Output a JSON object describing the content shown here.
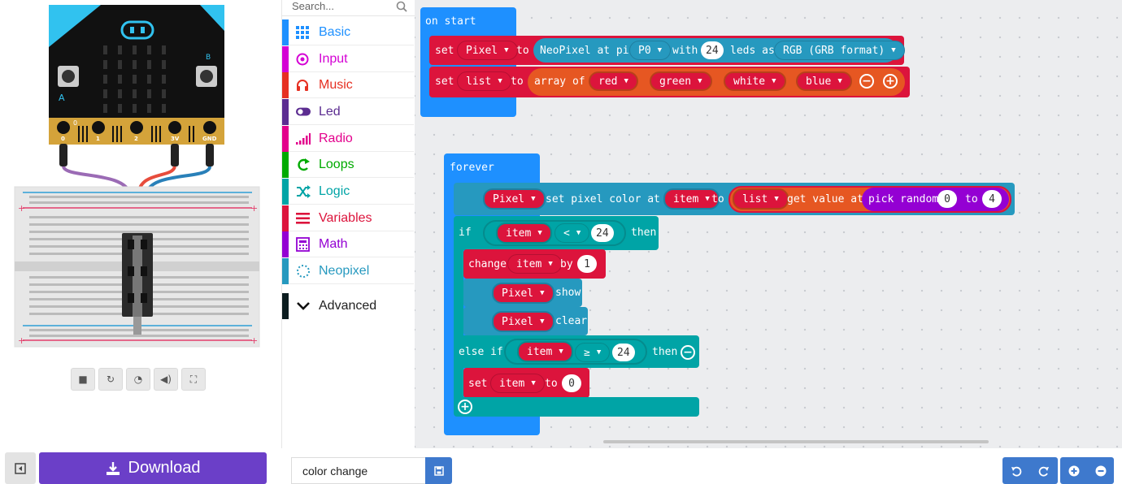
{
  "simulator": {
    "pins": [
      "0",
      "1",
      "2",
      "3V",
      "GND"
    ],
    "pin0_label": "0",
    "button_a": "A",
    "button_b": "B",
    "controls": [
      {
        "name": "stop",
        "glyph": "■"
      },
      {
        "name": "restart",
        "glyph": "↻"
      },
      {
        "name": "slow-motion",
        "glyph": "◔"
      },
      {
        "name": "mute",
        "glyph": "◀)"
      },
      {
        "name": "fullscreen",
        "glyph": "⛶"
      }
    ]
  },
  "toolbox": {
    "search_placeholder": "Search...",
    "categories": [
      {
        "label": "Basic",
        "color": "#1e90ff"
      },
      {
        "label": "Input",
        "color": "#d400d4"
      },
      {
        "label": "Music",
        "color": "#e63022"
      },
      {
        "label": "Led",
        "color": "#5c2d91"
      },
      {
        "label": "Radio",
        "color": "#e3008c"
      },
      {
        "label": "Loops",
        "color": "#00aa00"
      },
      {
        "label": "Logic",
        "color": "#00a4a6"
      },
      {
        "label": "Variables",
        "color": "#dc143c"
      },
      {
        "label": "Math",
        "color": "#9400d3"
      },
      {
        "label": "Neopixel",
        "color": "#2699bf"
      }
    ],
    "advanced": {
      "label": "Advanced",
      "color": "#000000"
    }
  },
  "workspace": {
    "on_start": {
      "label": "on start",
      "set1": {
        "kw": "set",
        "var": "Pixel",
        "to": "to",
        "fn": "NeoPixel at pin",
        "pin": "P0",
        "with": "with",
        "count": "24",
        "leds": "leds as",
        "mode": "RGB (GRB format)"
      },
      "set2": {
        "kw": "set",
        "var": "list",
        "to": "to",
        "fn": "array of",
        "items": [
          "red",
          "green",
          "white",
          "blue"
        ]
      }
    },
    "forever": {
      "label": "forever",
      "setpix": {
        "var": "Pixel",
        "fn": "set pixel color at",
        "item": "item",
        "to": "to",
        "list": "list",
        "get": "get value at",
        "rand": "pick random",
        "from": "0",
        "to2": "to",
        "max": "4"
      },
      "if": {
        "kw": "if",
        "item": "item",
        "op": "<",
        "val": "24",
        "then": "then"
      },
      "change": {
        "kw": "change",
        "item": "item",
        "by": "by",
        "val": "1"
      },
      "show": {
        "var": "Pixel",
        "fn": "show"
      },
      "clear": {
        "var": "Pixel",
        "fn": "clear"
      },
      "elseif": {
        "kw": "else if",
        "item": "item",
        "op": "≥",
        "val": "24",
        "then": "then"
      },
      "set3": {
        "kw": "set",
        "item": "item",
        "to": "to",
        "val": "0"
      }
    }
  },
  "bottom": {
    "download_label": "Download",
    "project_name": "color change"
  },
  "colors": {
    "event": "#1e90ff",
    "variables": "#dc143c",
    "neopixel": "#2699bf",
    "logic": "#00a4a6",
    "array": "#e65722",
    "math": "#9400d3"
  }
}
